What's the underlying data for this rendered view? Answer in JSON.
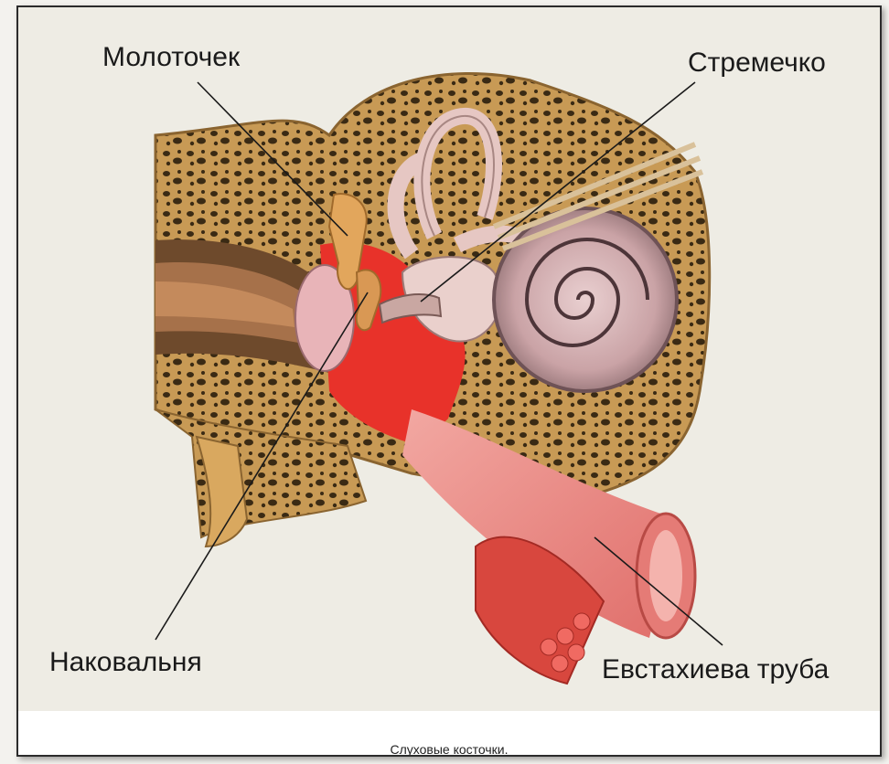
{
  "labels": {
    "malleus": "Молоточек",
    "stapes": "Стремечко",
    "incus": "Наковальня",
    "eustachian_tube": "Евстахиева труба"
  },
  "caption": "Слуховые косточки.",
  "colors": {
    "background": "#eeece4",
    "bone": "#c89a55",
    "bone_pores": "#3a2a14",
    "tube": "#e98a86",
    "cavity": "#e8322a",
    "cochlea": "#c9a6a8",
    "muscle": "#d8473e",
    "leader_line": "#1a1a1a"
  }
}
